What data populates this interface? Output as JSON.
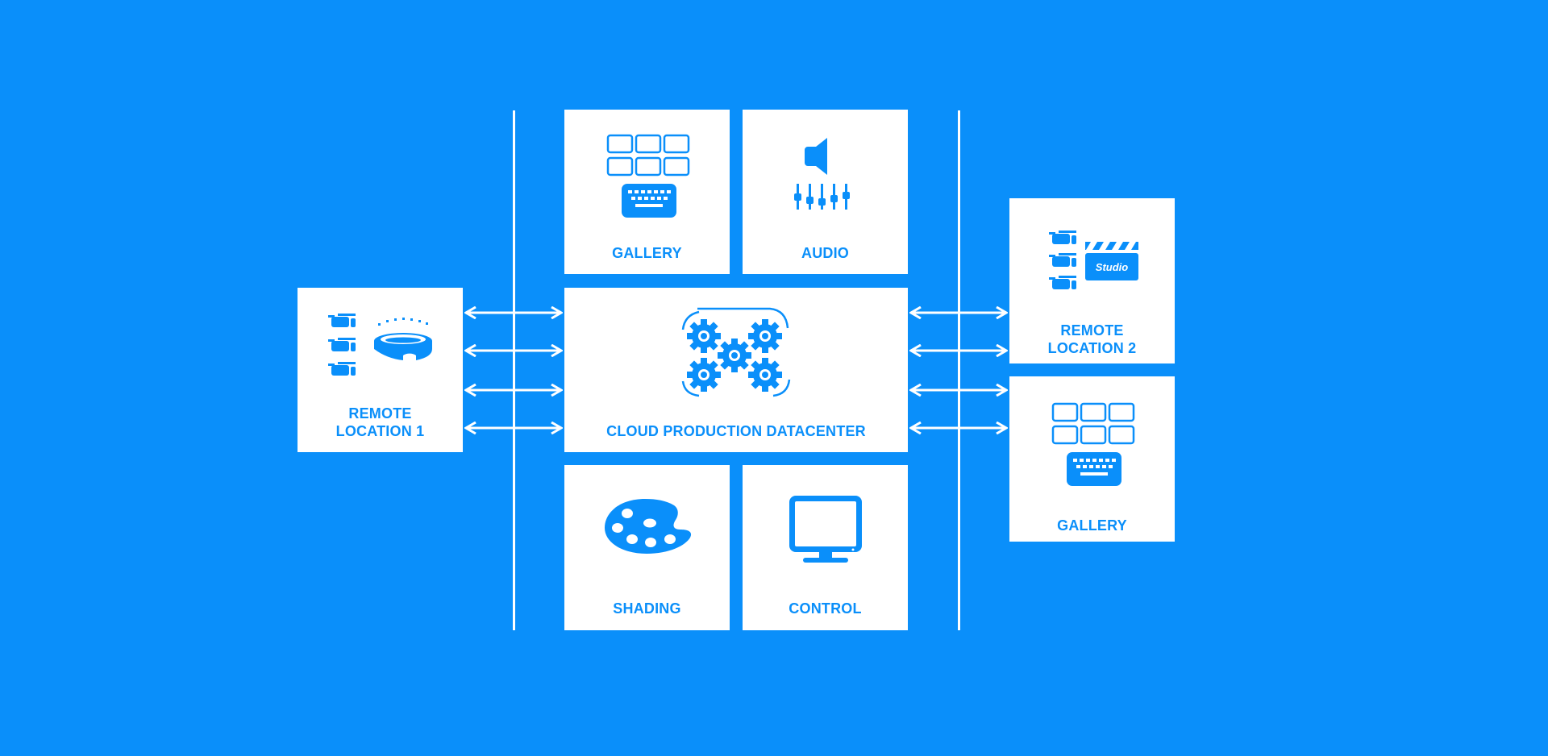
{
  "colors": {
    "background": "#0a8ffa",
    "box": "#ffffff",
    "accent": "#0a8ffa"
  },
  "nodes": {
    "gallery_top": {
      "label": "GALLERY",
      "icon": "multiviewer-keyboard-icon"
    },
    "audio": {
      "label": "AUDIO",
      "icon": "speaker-mixer-icon"
    },
    "remote1": {
      "line1": "REMOTE",
      "line2": "LOCATION 1",
      "icon": "cameras-stadium-icon"
    },
    "datacenter": {
      "label": "CLOUD PRODUCTION DATACENTER",
      "icon": "gears-cloud-icon"
    },
    "remote2": {
      "line1": "REMOTE",
      "line2": "LOCATION 2",
      "icon": "cameras-studio-icon",
      "studio_text": "Studio"
    },
    "gallery_right": {
      "label": "GALLERY",
      "icon": "multiviewer-keyboard-icon"
    },
    "shading": {
      "label": "SHADING",
      "icon": "palette-icon"
    },
    "control": {
      "label": "CONTROL",
      "icon": "monitor-icon"
    }
  },
  "connections": [
    {
      "from": "remote1",
      "to": "datacenter",
      "count": 4,
      "type": "bidirectional"
    },
    {
      "from": "datacenter",
      "to": "remote2_and_gallery_right",
      "count": 4,
      "type": "bidirectional"
    }
  ]
}
